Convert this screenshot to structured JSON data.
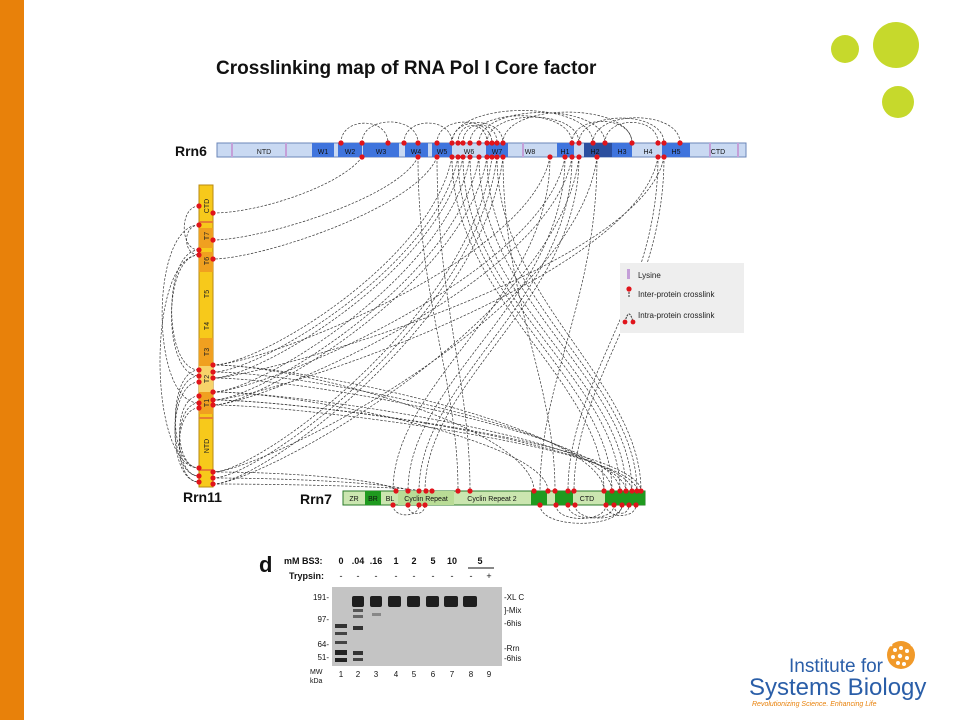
{
  "slide": {
    "title": "Crosslinking map of RNA Pol I Core factor",
    "accent_color": "#e8810a",
    "dot_color": "#c6d92c"
  },
  "proteins": {
    "rrn6": {
      "name": "Rrn6",
      "domains": [
        "NTD",
        "W1",
        "W2",
        "W3",
        "W4",
        "W5",
        "W6",
        "W7",
        "W8",
        "H1",
        "H2",
        "H3",
        "H4",
        "H5",
        "CTD"
      ]
    },
    "rrn11": {
      "name": "Rrn11",
      "domains": [
        "CTD",
        "T7",
        "T6",
        "T5",
        "T4",
        "T3",
        "T2",
        "T1",
        "NTD"
      ]
    },
    "rrn7": {
      "name": "Rrn7",
      "domains": [
        "ZR",
        "BR",
        "BL",
        "Cyclin Repeat",
        "Cyclin Repeat 2",
        "CTD"
      ]
    }
  },
  "legend": {
    "lysine": "Lysine",
    "inter": "Inter-protein crosslink",
    "intra": "Intra-protein crosslink"
  },
  "gel": {
    "panel_label": "d",
    "bs3_label": "mM BS3:",
    "bs3_values": [
      "0",
      ".04",
      ".16",
      "1",
      "2",
      "5",
      "10",
      "5"
    ],
    "trypsin_label": "Trypsin:",
    "trypsin_values": [
      "-",
      "-",
      "-",
      "-",
      "-",
      "-",
      "-",
      "-",
      "+"
    ],
    "mw_markers": [
      "191-",
      "97-",
      "64-",
      "51-"
    ],
    "mw_unit_1": "MW",
    "mw_unit_2": "kDa",
    "lane_numbers": [
      "1",
      "2",
      "3",
      "4",
      "5",
      "6",
      "7",
      "8",
      "9"
    ],
    "right_labels": [
      "-XL C",
      "]-Mix",
      "-6his",
      "-Rrn",
      "-6his"
    ]
  },
  "logo": {
    "line1": "Institute for",
    "line2": "Systems Biology",
    "tagline": "Revolutionizing Science. Enhancing Life",
    "orange": "#e8810a",
    "blue": "#2a5ea8"
  }
}
